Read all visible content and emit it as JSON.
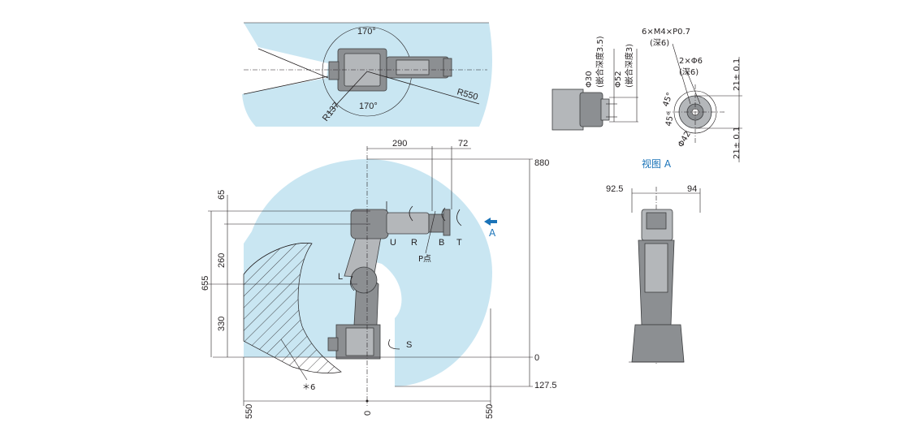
{
  "top_view": {
    "angle_upper": "170°",
    "angle_lower": "170°",
    "radius_inner": "R137",
    "radius_outer": "R550"
  },
  "side_view": {
    "dim_290": "290",
    "dim_72": "72",
    "dim_880": "880",
    "dim_0_right": "0",
    "dim_127_5": "127.5",
    "dim_65": "65",
    "dim_260": "260",
    "dim_655": "655",
    "dim_330": "330",
    "dim_550_left": "550",
    "dim_0_bottom": "0",
    "dim_550_right": "550",
    "axis_u": "U",
    "axis_r": "R",
    "axis_b": "B",
    "axis_t": "T",
    "axis_l": "L",
    "axis_s": "S",
    "p_point": "P点",
    "view_a_arrow_label": "A",
    "note_6": "＊6"
  },
  "flange_view": {
    "phi30": "Φ30",
    "phi30_note": "(嵌合深度3.5)",
    "phi52": "Φ52",
    "phi52_note": "(嵌合深度3)",
    "m4": "6×M4×P0.7",
    "m4_note": "(深6)",
    "phi6": "2×Φ6",
    "phi6_note": "(深6)",
    "angle_a": "45°",
    "angle_b": "45°",
    "phi42": "Φ42",
    "tol_upper": "21± 0.1",
    "tol_lower": "21± 0.1",
    "caption": "视图 A"
  },
  "back_view": {
    "dim_92_5": "92.5",
    "dim_94": "94"
  }
}
